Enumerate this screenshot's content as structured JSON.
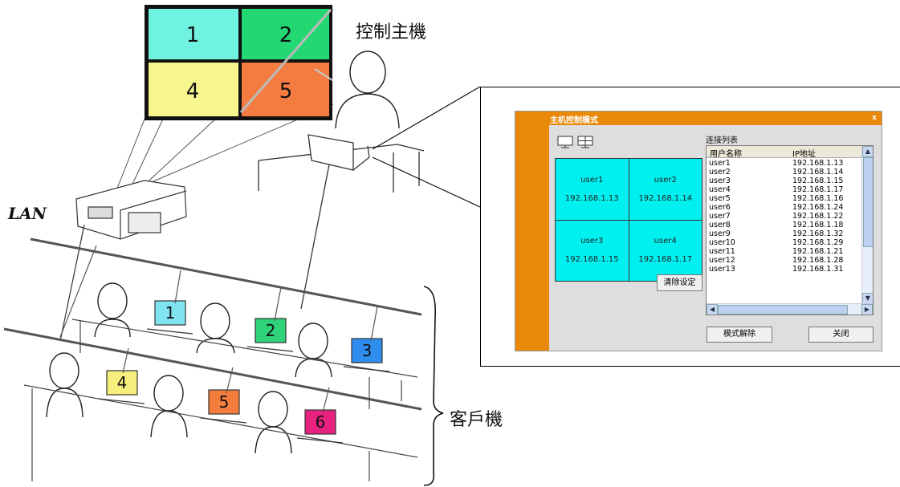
{
  "labels": {
    "host": "控制主機",
    "lan": "LAN",
    "client": "客戶機"
  },
  "screen_cells": [
    {
      "num": "1",
      "color": "#6ff2e0"
    },
    {
      "num": "2",
      "color": "#23d873"
    },
    {
      "num": "4",
      "color": "#f6f58e"
    },
    {
      "num": "5",
      "color": "#f47c41"
    }
  ],
  "laptops": [
    {
      "num": "1",
      "color": "#7fe3f0"
    },
    {
      "num": "2",
      "color": "#2fd37a"
    },
    {
      "num": "3",
      "color": "#2f8df0"
    },
    {
      "num": "4",
      "color": "#f6ee7d"
    },
    {
      "num": "5",
      "color": "#f27d3c"
    },
    {
      "num": "6",
      "color": "#e8237f"
    }
  ],
  "dialog": {
    "title": "主机控制模式",
    "close": "x",
    "list_title": "连接列表",
    "col_user": "用户名称",
    "col_ip": "IP地址",
    "grid": [
      {
        "user": "user1",
        "ip": "192.168.1.13"
      },
      {
        "user": "user2",
        "ip": "192.168.1.14"
      },
      {
        "user": "user3",
        "ip": "192.168.1.15"
      },
      {
        "user": "user4",
        "ip": "192.168.1.17"
      }
    ],
    "clear_button": "清除设定",
    "exit_button": "模式解除",
    "close_button": "关闭",
    "users": [
      {
        "user": "user1",
        "ip": "192.168.1.13"
      },
      {
        "user": "user2",
        "ip": "192.168.1.14"
      },
      {
        "user": "user3",
        "ip": "192.168.1.15"
      },
      {
        "user": "user4",
        "ip": "192.168.1.17"
      },
      {
        "user": "user5",
        "ip": "192.168.1.16"
      },
      {
        "user": "user6",
        "ip": "192.168.1.24"
      },
      {
        "user": "user7",
        "ip": "192.168.1.22"
      },
      {
        "user": "user8",
        "ip": "192.168.1.18"
      },
      {
        "user": "user9",
        "ip": "192.168.1.32"
      },
      {
        "user": "user10",
        "ip": "192.168.1.29"
      },
      {
        "user": "user11",
        "ip": "192.168.1.21"
      },
      {
        "user": "user12",
        "ip": "192.168.1.28"
      },
      {
        "user": "user13",
        "ip": "192.168.1.31"
      }
    ],
    "accent": "#e8890a",
    "cell_color": "#00f0f0"
  }
}
